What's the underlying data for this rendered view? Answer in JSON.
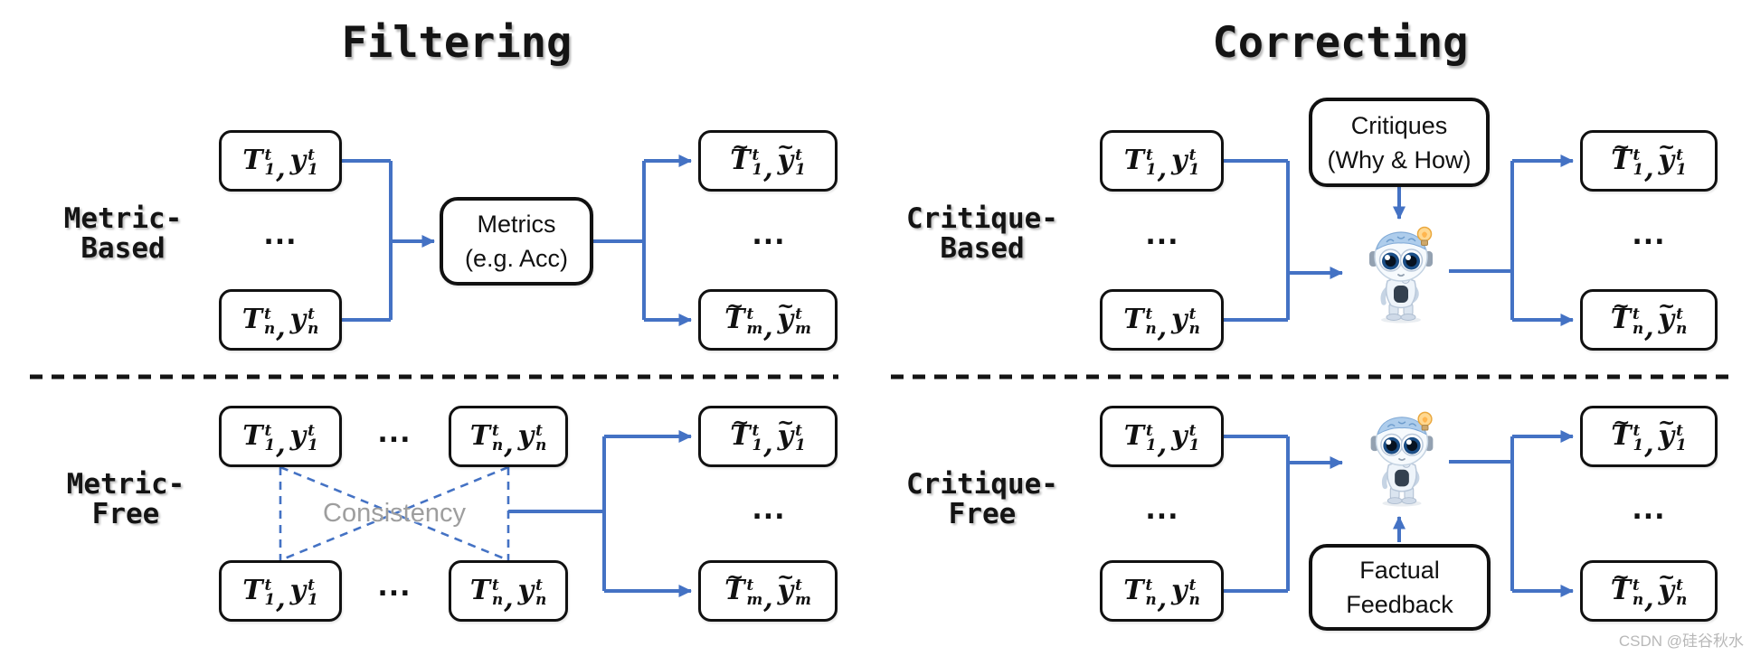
{
  "colors": {
    "accent_blue": "#4472C4",
    "box_border": "#111111",
    "consistency_gray": "#9E9E9E",
    "watermark_gray": "#B8B8B8",
    "background": "#FFFFFF",
    "bulb_yellow": "#FFD890"
  },
  "titles": {
    "left": "Filtering",
    "right": "Correcting"
  },
  "watermark": "CSDN @硅谷秋水",
  "icons": {
    "robot": "thinking-robot-icon",
    "lightbulb": "idea-bulb-icon"
  },
  "sections": {
    "metric_based": {
      "label_line1": "Metric-",
      "label_line2": "Based",
      "inputs": [
        "T^t_1, y^t_1",
        "T^t_n, y^t_n"
      ],
      "dots": "...",
      "process": {
        "line1": "Metrics",
        "line2": "(e.g. Acc)"
      },
      "outputs": [
        "~T^t_1, ~y^t_1",
        "~T^t_m, ~y^t_m"
      ]
    },
    "metric_free": {
      "label_line1": "Metric-",
      "label_line2": "Free",
      "row1": [
        "T^t_1, y^t_1",
        "T^t_n, y^t_n"
      ],
      "row2": [
        "T^t_1, y^t_1",
        "T^t_n, y^t_n"
      ],
      "dots": "...",
      "consistency_label": "Consistency",
      "outputs": [
        "~T^t_1, ~y^t_1",
        "~T^t_m, ~y^t_m"
      ]
    },
    "critique_based": {
      "label_line1": "Critique-",
      "label_line2": "Based",
      "inputs": [
        "T^t_1, y^t_1",
        "T^t_n, y^t_n"
      ],
      "dots": "...",
      "critiques_box": {
        "line1": "Critiques",
        "line2": "(Why & How)"
      },
      "outputs": [
        "~T^t_1, ~y^t_1",
        "~T^t_n, ~y^t_n"
      ]
    },
    "critique_free": {
      "label_line1": "Critique-",
      "label_line2": "Free",
      "inputs": [
        "T^t_1, y^t_1",
        "T^t_n, y^t_n"
      ],
      "dots": "...",
      "feedback_box": {
        "line1": "Factual",
        "line2": "Feedback"
      },
      "outputs": [
        "~T^t_1, ~y^t_1",
        "~T^t_n, ~y^t_n"
      ]
    }
  }
}
